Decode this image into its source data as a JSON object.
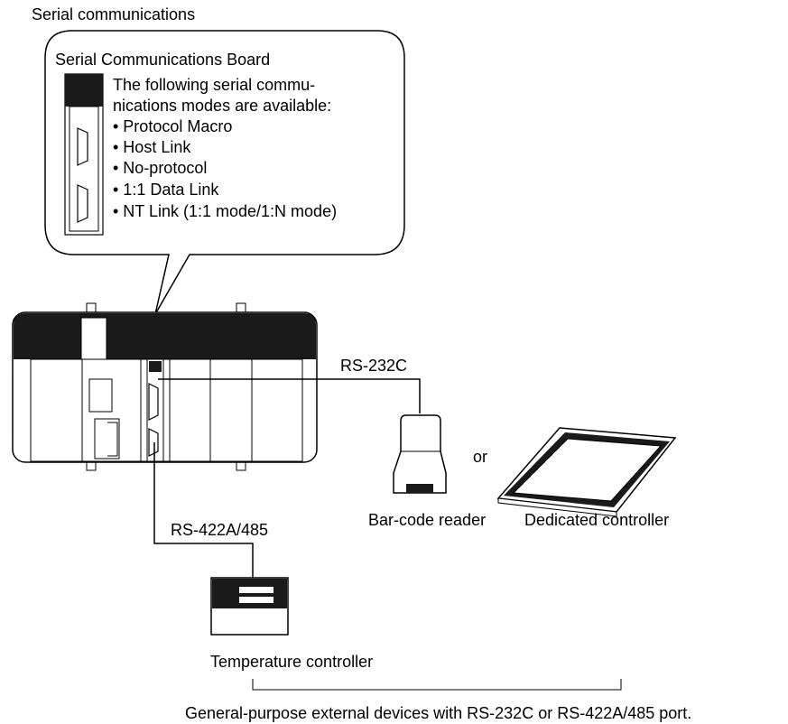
{
  "title": "Serial communications",
  "callout": {
    "board_label": "Serial Communications Board",
    "desc_line1": "The following serial commu-",
    "desc_line2": "nications modes are available:",
    "modes": [
      "• Protocol Macro",
      "• Host Link",
      "• No-protocol",
      "• 1:1 Data Link",
      "• NT Link (1:1 mode/1:N mode)"
    ]
  },
  "connections": {
    "rs232c": "RS-232C",
    "rs422a485": "RS-422A/485",
    "or": "or"
  },
  "devices": {
    "barcode_reader": "Bar-code reader",
    "dedicated_controller": "Dedicated controller",
    "temperature_controller": "Temperature controller"
  },
  "footer_note": "General-purpose external devices with RS-232C or RS-422A/485 port."
}
